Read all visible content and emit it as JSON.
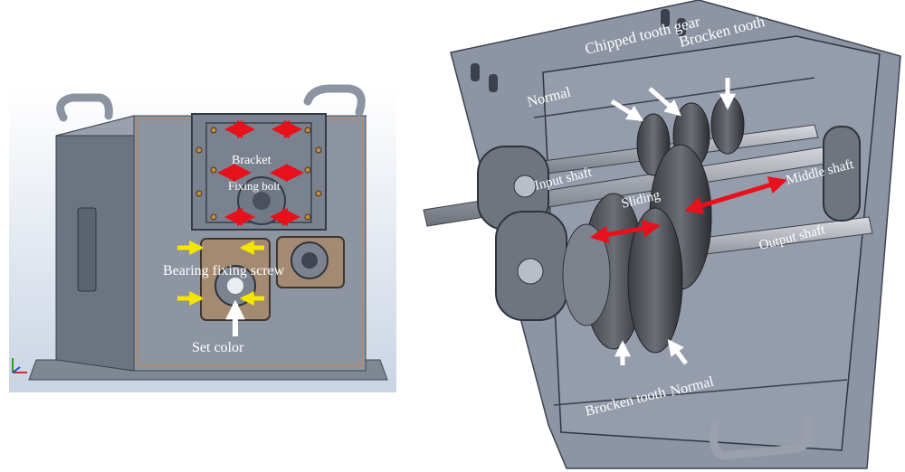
{
  "left_panel": {
    "labels": {
      "bracket": "Bracket",
      "fixing_bolt": "Fixing bolt",
      "bearing_fixing_screw": "Bearing fixing screw",
      "set_color": "Set color"
    },
    "colors": {
      "horizontal_arrows": "#e8101a",
      "pointer_arrows": "#f5e600",
      "set_color_arrow": "#ffffff"
    }
  },
  "right_panel": {
    "labels": {
      "chipped_tooth_gear": "Chipped tooth gear",
      "brocken_tooth_top": "Brocken tooth",
      "normal_top": "Normal",
      "input_shaft": "Input shaft",
      "middle_shaft": "Middle shaft",
      "sliding": "Sliding",
      "output_shaft": "Output shaft",
      "brocken_tooth_bottom": "Brocken tooth",
      "normal_bottom": "Normal"
    },
    "colors": {
      "sliding_arrows": "#e8101a",
      "pointer_arrows": "#ffffff"
    }
  }
}
